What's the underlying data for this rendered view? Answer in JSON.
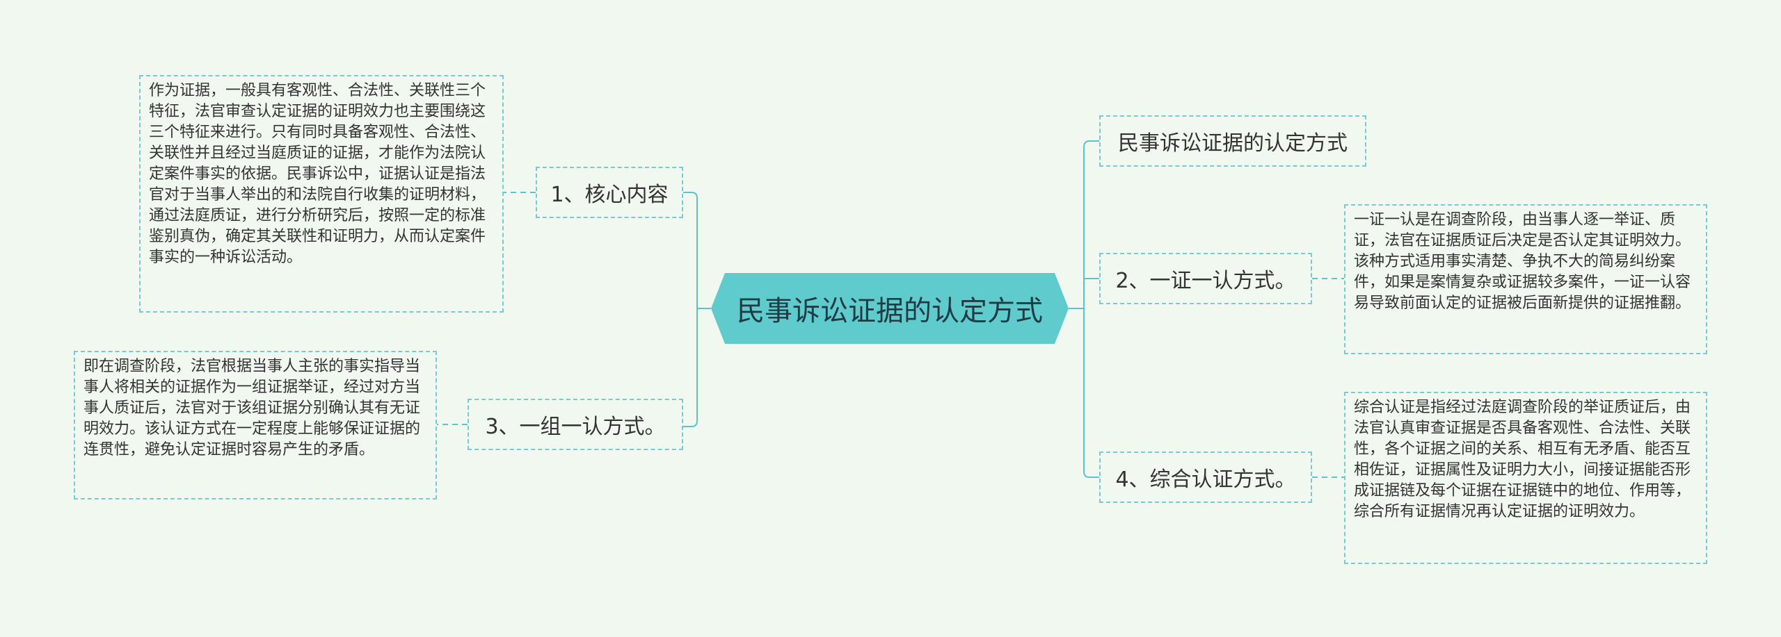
{
  "root": {
    "label": "民事诉讼证据的认定方式"
  },
  "branches": {
    "core": {
      "label": "1、核心内容",
      "detail": "作为证据，一般具有客观性、合法性、关联性三个特征，法官审查认定证据的证明效力也主要围绕这三个特征来进行。只有同时具备客观性、合法性、关联性并且经过当庭质证的证据，才能作为法院认定案件事实的依据。民事诉讼中，证据认证是指法官对于当事人举出的和法院自行收集的证明材料，通过法庭质证，进行分析研究后，按照一定的标准鉴别真伪，确定其关联性和证明力，从而认定案件事实的一种诉讼活动。"
    },
    "group": {
      "label": "3、一组一认方式。",
      "detail": "即在调查阶段，法官根据当事人主张的事实指导当事人将相关的证据作为一组证据举证，经过对方当事人质证后，法官对于该组证据分别确认其有无证明效力。该认证方式在一定程度上能够保证证据的连贯性，避免认定证据时容易产生的矛盾。"
    },
    "title": {
      "label": "民事诉讼证据的认定方式"
    },
    "single": {
      "label": "2、一证一认方式。",
      "detail": "一证一认是在调查阶段，由当事人逐一举证、质证，法官在证据质证后决定是否认定其证明效力。该种方式适用事实清楚、争执不大的简易纠纷案件，如果是案情复杂或证据较多案件，一证一认容易导致前面认定的证据被后面新提供的证据推翻。"
    },
    "comprehensive": {
      "label": "4、综合认证方式。",
      "detail": "综合认证是指经过法庭调查阶段的举证质证后，由法官认真审查证据是否具备客观性、合法性、关联性，各个证据之间的关系、相互有无矛盾、能否互相佐证，证据属性及证明力大小，间接证据能否形成证据链及每个证据在证据链中的地位、作用等，综合所有证据情况再认定证据的证明效力。"
    }
  },
  "colors": {
    "background": "#f1f8ef",
    "root_fill": "#5fcbcc",
    "connector": "#5ec2cc",
    "node_border": "#77c9d2"
  }
}
